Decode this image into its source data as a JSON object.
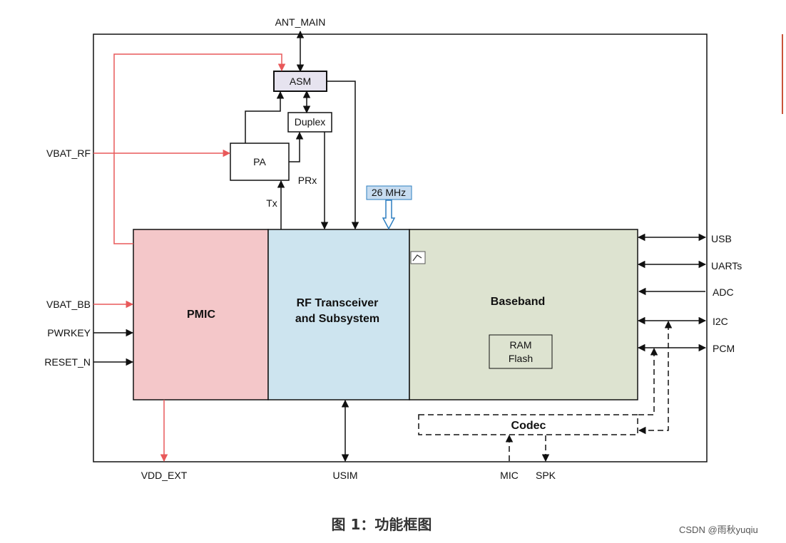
{
  "diagram": {
    "antenna_label": "ANT_MAIN",
    "blocks": {
      "asm": "ASM",
      "duplex": "Duplex",
      "pa": "PA",
      "pmic": "PMIC",
      "rf_line1": "RF Transceiver",
      "rf_line2": "and Subsystem",
      "baseband": "Baseband",
      "mem_line1": "RAM",
      "mem_line2": "Flash",
      "codec": "Codec"
    },
    "signals": {
      "vbat_rf": "VBAT_RF",
      "vbat_bb": "VBAT_BB",
      "pwrkey": "PWRKEY",
      "reset_n": "RESET_N",
      "vdd_ext": "VDD_EXT",
      "usim": "USIM",
      "mic": "MIC",
      "spk": "SPK",
      "tx": "Tx",
      "prx": "PRx",
      "clock": "26 MHz",
      "usb": "USB",
      "uarts": "UARTs",
      "adc": "ADC",
      "i2c": "I2C",
      "pcm": "PCM"
    },
    "colors": {
      "pmic_fill": "#f4c7c9",
      "rf_fill": "#cde4ef",
      "baseband_fill": "#dde3d0",
      "asm_fill": "#e6e3ef",
      "power_line": "#e8595a",
      "clock_box": "#c7dcf0",
      "clock_arrow": "#2e7fc1"
    }
  },
  "caption": "图 1：功能框图",
  "watermark": "CSDN @雨秋yuqiu"
}
